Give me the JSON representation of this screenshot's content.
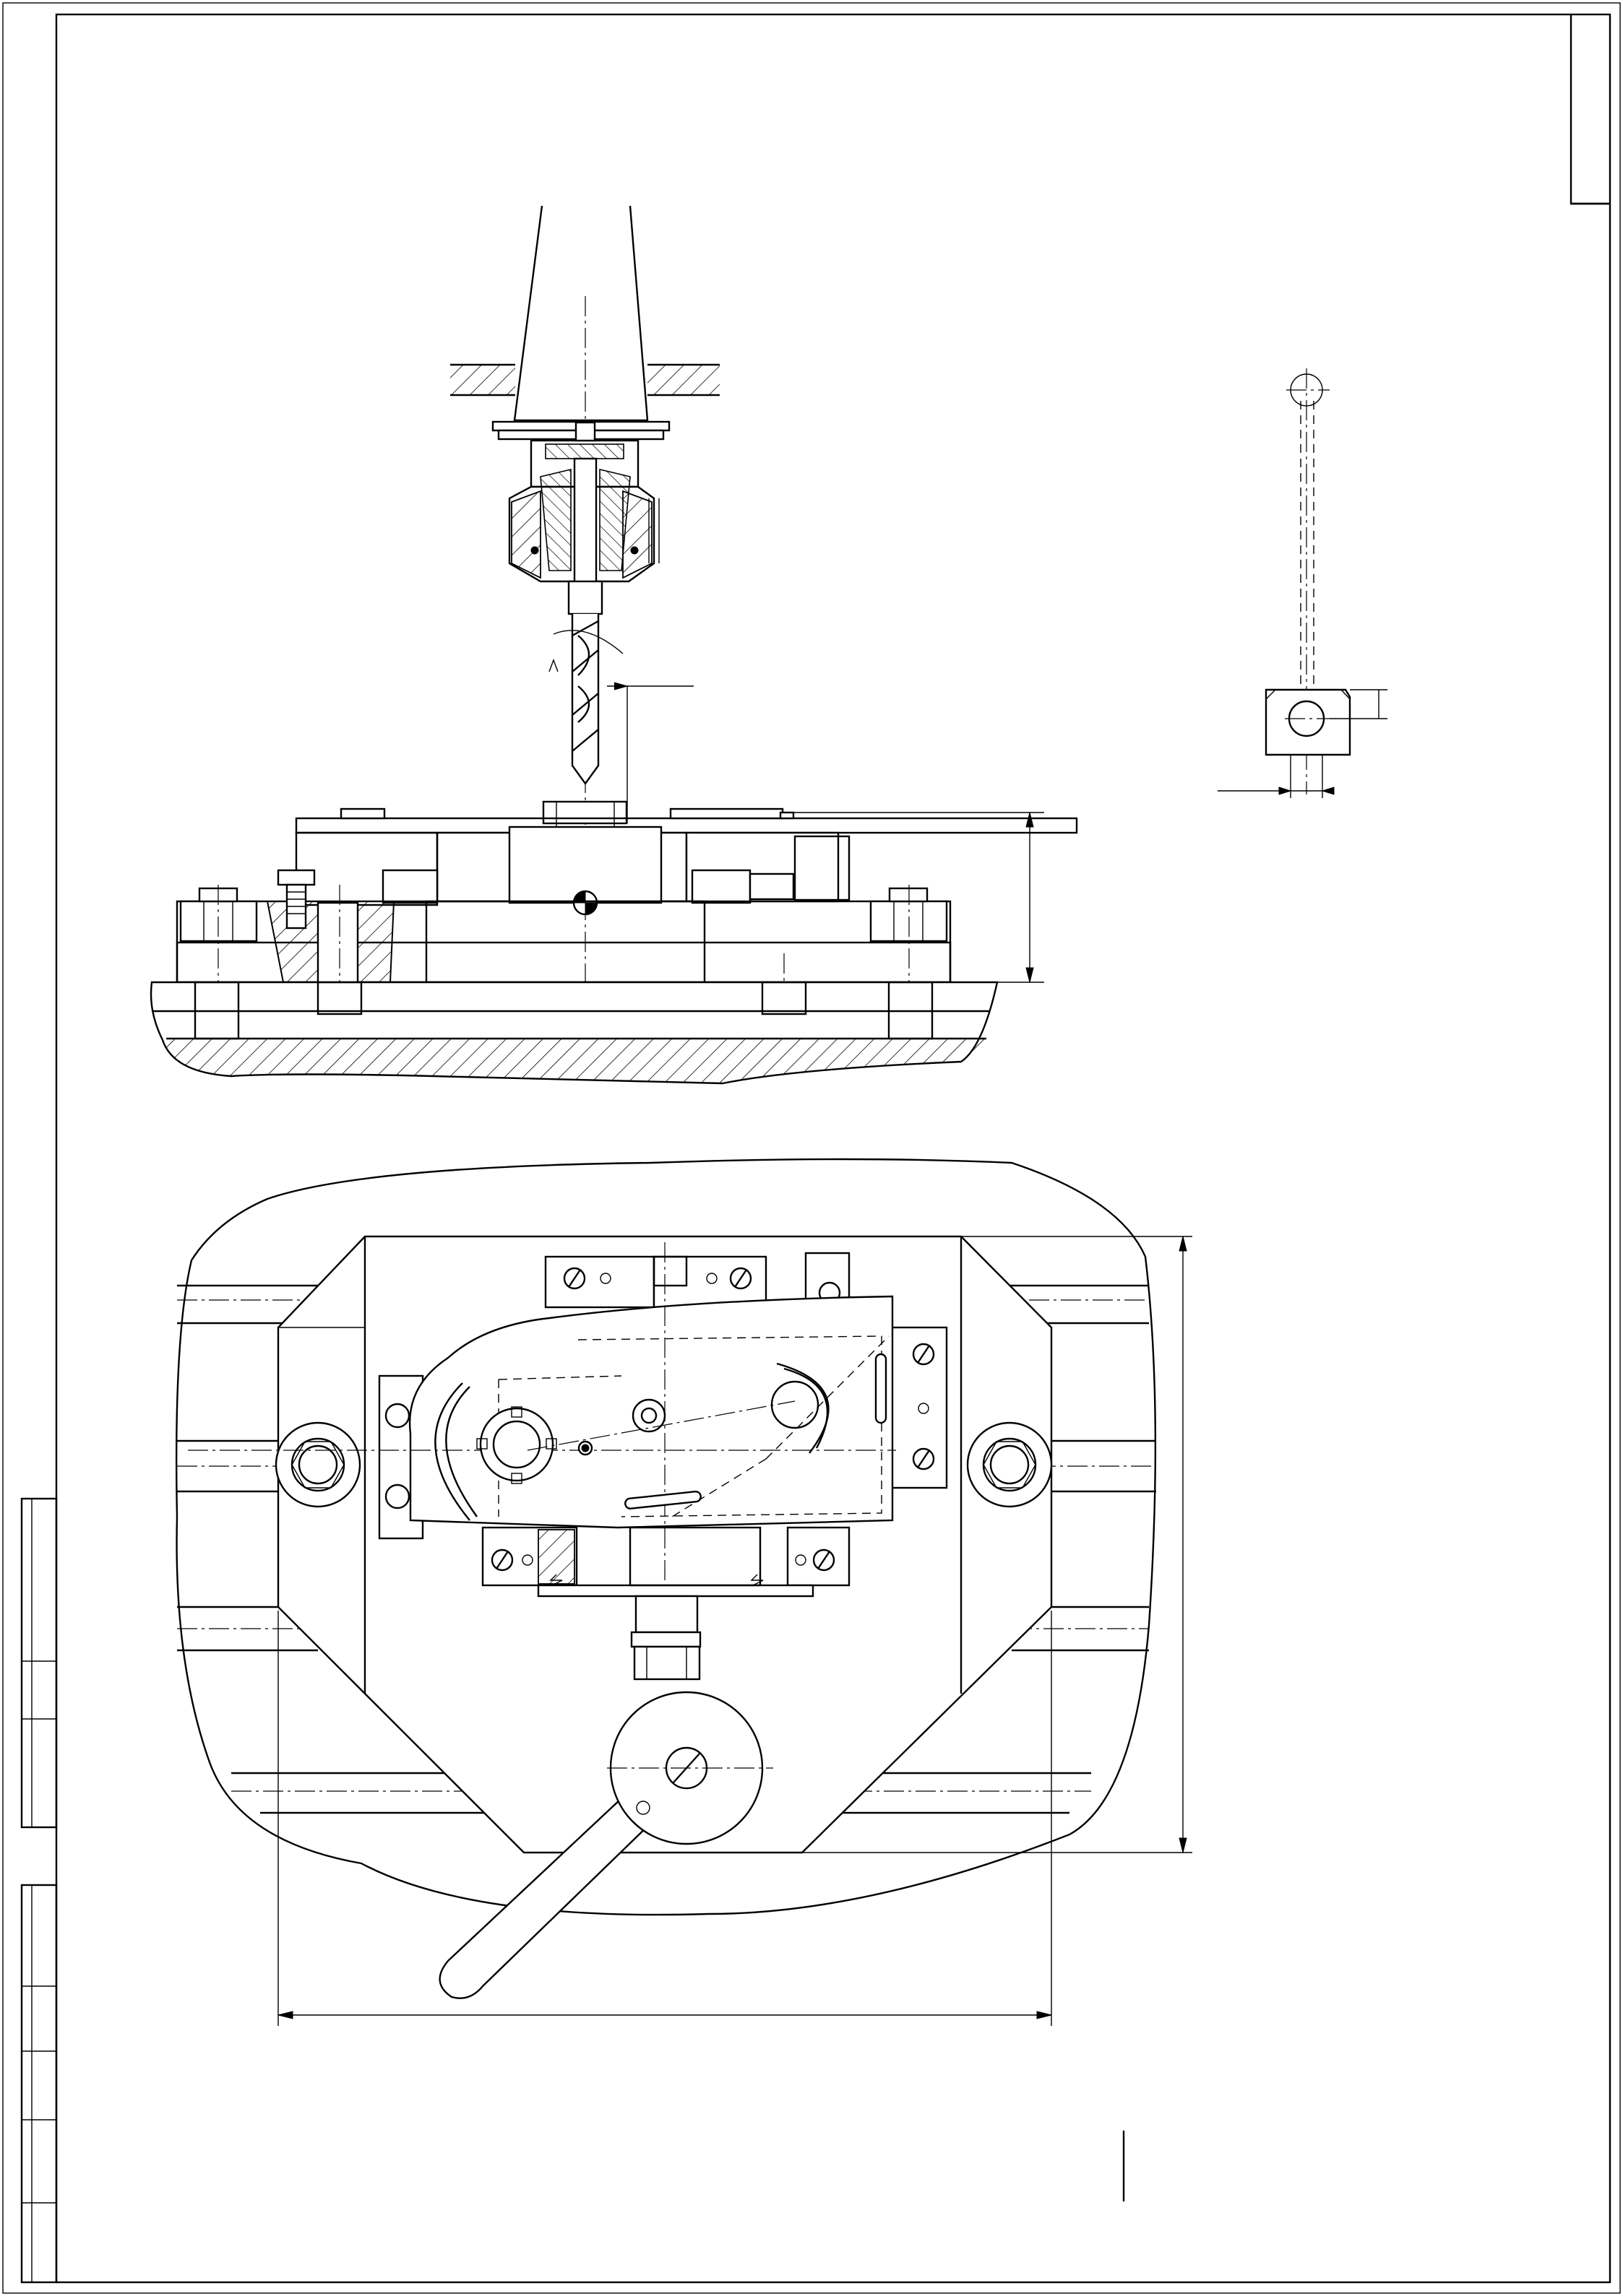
{
  "sheet": {
    "format": "A1",
    "title_block_text": ""
  },
  "views": [
    "front-section-view",
    "top-plan-view",
    "workpiece-detail-view"
  ],
  "colors": {
    "line": "#000000",
    "paper": "#ffffff"
  }
}
